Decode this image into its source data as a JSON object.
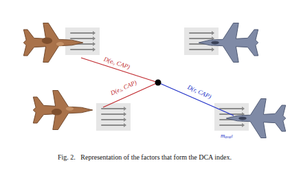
{
  "diagram": {
    "caption": "Fig. 2.   Representation of the factors that form the DCA index.",
    "labels": [
      "D(eᵢ, CAP)",
      "D(eⱼ, CAP)",
      "D(r, CAP)",
      "mₐᵥₐᵢₗ"
    ]
  }
}
